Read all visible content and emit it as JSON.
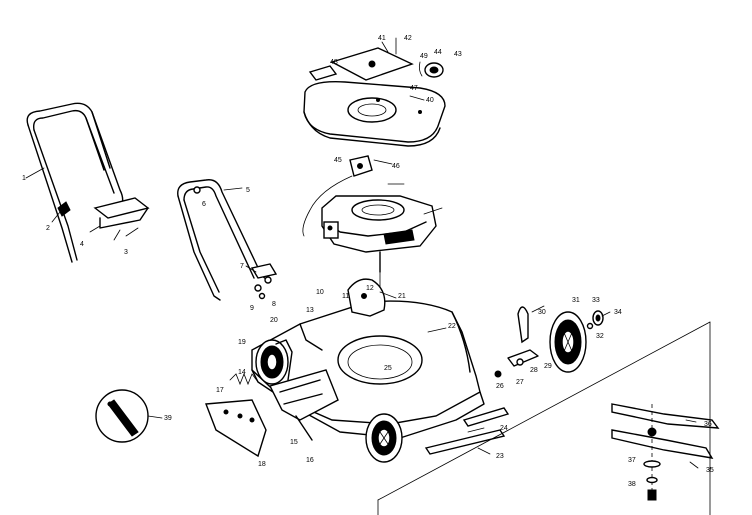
{
  "diagram": {
    "callouts": [
      "1",
      "2",
      "3",
      "4",
      "5",
      "6",
      "7",
      "8",
      "9",
      "10",
      "11",
      "12",
      "13",
      "14",
      "15",
      "16",
      "17",
      "18",
      "19",
      "20",
      "21",
      "22",
      "23",
      "24",
      "25",
      "26",
      "27",
      "28",
      "29",
      "30",
      "31",
      "32",
      "33",
      "34",
      "35",
      "36",
      "37",
      "38",
      "39",
      "40",
      "41",
      "42",
      "43",
      "44",
      "45",
      "46",
      "47",
      "48",
      "49"
    ],
    "parts": [
      {
        "id": "upper-handle",
        "number": "1"
      },
      {
        "id": "handle-knob",
        "number": "2"
      },
      {
        "id": "bracket-bolts",
        "number": "3"
      },
      {
        "id": "handle-bracket",
        "number": "4"
      },
      {
        "id": "lower-handle",
        "number": "5"
      },
      {
        "id": "handle-bolt",
        "number": "6"
      },
      {
        "id": "handle-clip",
        "number": "7"
      },
      {
        "id": "handle-washer",
        "number": "8"
      },
      {
        "id": "handle-screw",
        "number": "9"
      },
      {
        "id": "deck-bolt",
        "number": "10"
      },
      {
        "id": "deck-nut",
        "number": "11"
      },
      {
        "id": "height-plate",
        "number": "12"
      },
      {
        "id": "height-lever",
        "number": "13"
      },
      {
        "id": "wheel-bolt",
        "number": "14"
      },
      {
        "id": "front-bolt",
        "number": "15"
      },
      {
        "id": "deflector-screw",
        "number": "16"
      },
      {
        "id": "spring",
        "number": "17"
      },
      {
        "id": "rear-deflector",
        "number": "18"
      },
      {
        "id": "front-wheel",
        "number": "19"
      },
      {
        "id": "baffle-screw",
        "number": "20"
      },
      {
        "id": "engine-shaft",
        "number": "21"
      },
      {
        "id": "deck",
        "number": "22"
      },
      {
        "id": "skid-plate",
        "number": "23"
      },
      {
        "id": "skid-bolt",
        "number": "24"
      },
      {
        "id": "lock-washer",
        "number": "25"
      },
      {
        "id": "drive-washer",
        "number": "26"
      },
      {
        "id": "axle-bracket",
        "number": "27"
      },
      {
        "id": "axle-nut",
        "number": "28"
      },
      {
        "id": "chute-door",
        "number": "29"
      },
      {
        "id": "chute-hinge",
        "number": "30"
      },
      {
        "id": "rear-wheel",
        "number": "31"
      },
      {
        "id": "wheel-washer",
        "number": "32"
      },
      {
        "id": "hub-cap",
        "number": "33"
      },
      {
        "id": "hub-nut",
        "number": "34"
      },
      {
        "id": "blade-bolt",
        "number": "35"
      },
      {
        "id": "blade-adapter",
        "number": "36"
      },
      {
        "id": "blade-washer",
        "number": "37"
      },
      {
        "id": "lower-blade",
        "number": "38"
      },
      {
        "id": "axle-pin",
        "number": "39"
      },
      {
        "id": "shroud-label",
        "number": "40"
      },
      {
        "id": "grass-plate",
        "number": "41"
      },
      {
        "id": "plate-screw",
        "number": "42"
      },
      {
        "id": "fuel-cap",
        "number": "43"
      },
      {
        "id": "cap-spring",
        "number": "44"
      },
      {
        "id": "throttle-control",
        "number": "45"
      },
      {
        "id": "engine-shroud",
        "number": "46"
      },
      {
        "id": "shroud-screw",
        "number": "47"
      },
      {
        "id": "decal",
        "number": "48"
      },
      {
        "id": "bolt",
        "number": "49"
      }
    ]
  }
}
